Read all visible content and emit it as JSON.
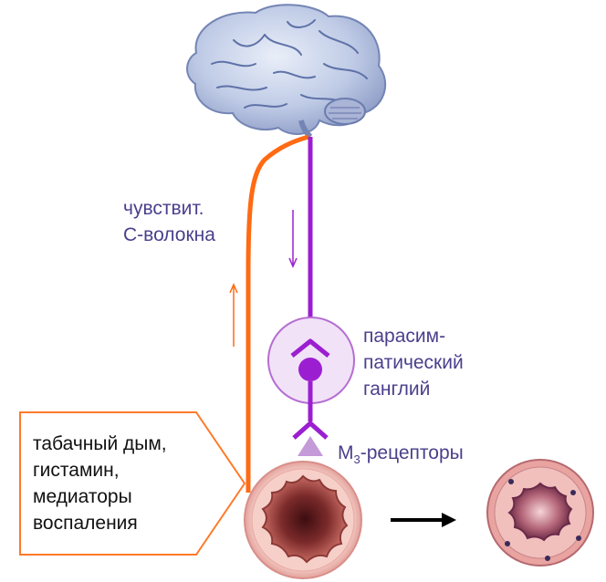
{
  "labels": {
    "sensory_fibers": [
      "чувствит.",
      "С-волокна"
    ],
    "ganglion": [
      "парасим-",
      "патический",
      "ганглий"
    ],
    "receptor_prefix": "M",
    "receptor_sub": "3",
    "receptor_suffix": "-рецепторы",
    "triggers": [
      "табачный дым,",
      "гистамин,",
      "медиаторы",
      "воспаления"
    ]
  },
  "colors": {
    "sensory_fiber": "#ff6a13",
    "parasympathetic": "#9b1fd0",
    "ganglion_fill": "#f1e2f8",
    "receptor": "#c59ad8",
    "text": "#4a3f8c",
    "arrow": "#000000"
  },
  "icons": [
    "brain-icon",
    "bronchus-relaxed-icon",
    "bronchus-constricted-icon"
  ]
}
